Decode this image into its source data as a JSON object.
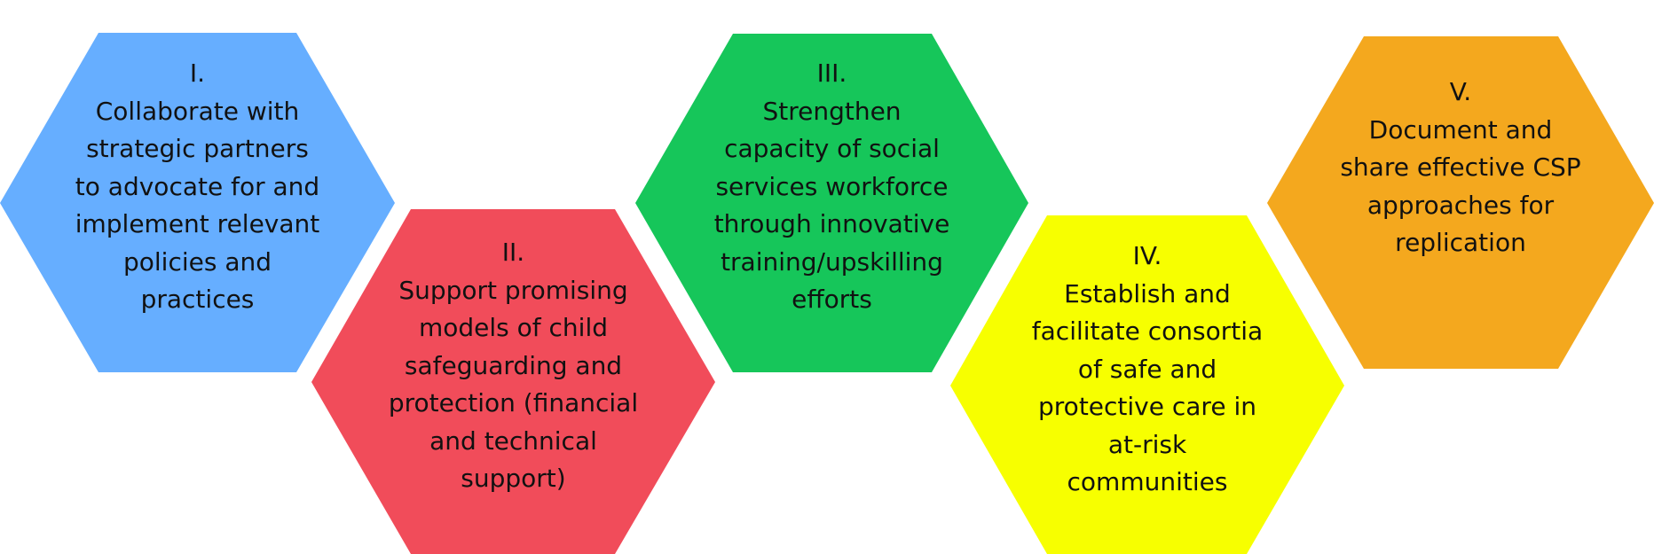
{
  "hexagons": [
    {
      "numeral": "I.",
      "color": "#66AEFF",
      "lines": [
        "Collaborate with",
        "strategic partners",
        "to advocate for and",
        "implement relevant",
        "policies and",
        "practices"
      ]
    },
    {
      "numeral": "II.",
      "color": "#F14C5A",
      "lines": [
        "Support promising",
        "models of child",
        "safeguarding and",
        "protection (financial",
        "and technical",
        "support)"
      ]
    },
    {
      "numeral": "III.",
      "color": "#16C65A",
      "lines": [
        "Strengthen",
        "capacity of social",
        "services workforce",
        "through innovative",
        "training/upskilling",
        "efforts"
      ]
    },
    {
      "numeral": "IV.",
      "color": "#F7FF00",
      "lines": [
        "Establish and",
        "facilitate consortia",
        "of safe and",
        "protective care in",
        "at-risk",
        "communities"
      ]
    },
    {
      "numeral": "V.",
      "color": "#F4A81E",
      "lines": [
        "Document and",
        "share effective CSP",
        "approaches for",
        "replication"
      ]
    }
  ]
}
